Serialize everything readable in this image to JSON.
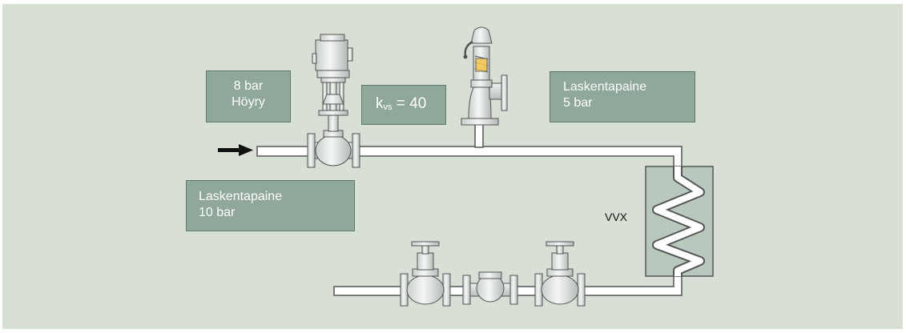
{
  "labels": {
    "inlet": {
      "pressure": "8 bar",
      "medium": "Höyry"
    },
    "kvs": {
      "symbol": "k",
      "subscript": "vs",
      "equals": " = ",
      "value": "40"
    },
    "design_pressure_downstream": {
      "title": "Laskentapaine",
      "value": "5 bar"
    },
    "design_pressure_upstream": {
      "title": "Laskentapaine",
      "value": "10 bar"
    },
    "heat_exchanger": "VVX"
  },
  "colors": {
    "background": "#d8e0d6",
    "label_box": "#8fa89a",
    "label_text": "#ffffff",
    "pipe_fill": "#ffffff",
    "outline": "#555555",
    "hx_fill": "#b9c8bc",
    "arrow": "#111111"
  },
  "components": [
    "flow-arrow-icon",
    "control-valve-icon",
    "actuator-icon",
    "safety-valve-icon",
    "heat-exchanger-icon",
    "shutoff-valve-icon",
    "steam-trap-icon"
  ]
}
